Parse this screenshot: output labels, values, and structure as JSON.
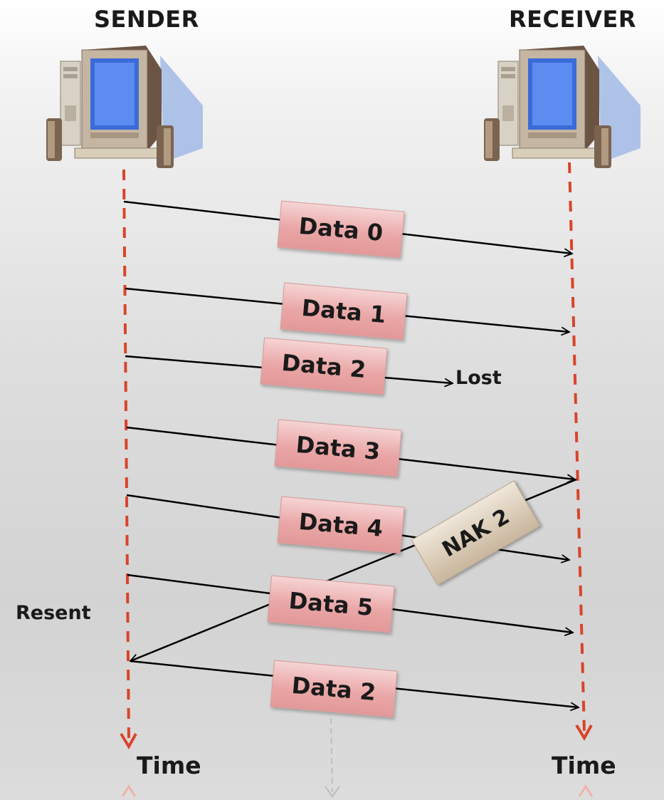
{
  "sender": {
    "title": "SENDER",
    "time_label": "Time"
  },
  "receiver": {
    "title": "RECEIVER",
    "time_label": "Time"
  },
  "side_notes": {
    "resent": "Resent",
    "lost": "Lost"
  },
  "frames": [
    {
      "label": "Data 0",
      "status": "delivered"
    },
    {
      "label": "Data 1",
      "status": "delivered"
    },
    {
      "label": "Data 2",
      "status": "lost"
    },
    {
      "label": "Data 3",
      "status": "delivered"
    },
    {
      "label": "Data 4",
      "status": "delivered"
    },
    {
      "label": "Data 5",
      "status": "delivered"
    },
    {
      "label": "Data 2",
      "status": "resent"
    }
  ],
  "nak": {
    "label": "NAK 2"
  },
  "colors": {
    "timeline": "#d9442a",
    "frame_box": "#eaa7a7",
    "nak_box": "#d8c9b4",
    "arrow": "#000000",
    "screen": "#4b7ee8"
  }
}
